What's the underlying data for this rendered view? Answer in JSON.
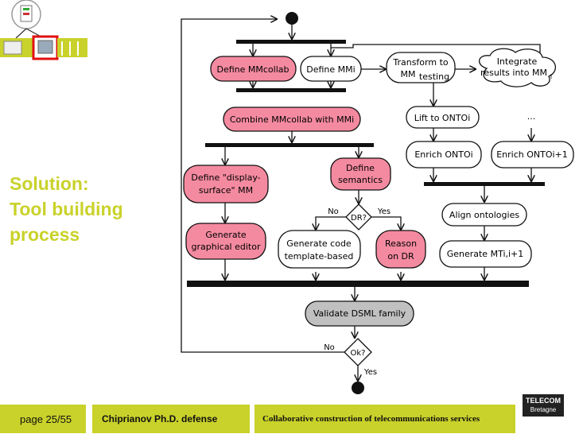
{
  "slide": {
    "title_lines": [
      "Solution:",
      "Tool building",
      "process"
    ]
  },
  "footer": {
    "page": "page 25/55",
    "author": "Chiprianov Ph.D. defense",
    "talk_title": "Collaborative construction of telecommunications services"
  },
  "logo": {
    "line1": "TELECOM",
    "line2": "Bretagne"
  },
  "colors": {
    "accent": "#c9d22a",
    "pink_node": "#f48aa0",
    "grey_node": "#c0c0c0"
  },
  "diagram": {
    "nodes": {
      "define_mmcollab": "Define MMcollab",
      "define_mmi": "Define MMi",
      "transform_line1": "Transform to",
      "transform_line2a": "MM",
      "transform_line2b": "testing",
      "integrate_line1": "Integrate",
      "integrate_line2": "results into MM",
      "integrate_sub": "i",
      "combine": "Combine MMcollab with MMi",
      "lift": "Lift to ONTOi",
      "ellipsis": "...",
      "enrich_i": "Enrich ONTOi",
      "enrich_i1": "Enrich ONTOi+1",
      "define_display_line1": "Define \"display-",
      "define_display_line2": "surface\" MM",
      "define_sem_line1": "Define",
      "define_sem_line2": "semantics",
      "decision_dr": "DR?",
      "no_label_1": "No",
      "yes_label_1": "Yes",
      "align": "Align ontologies",
      "gen_editor_line1": "Generate",
      "gen_editor_line2": "graphical editor",
      "gen_code_line1": "Generate code",
      "gen_code_line2": "template-based",
      "reason_line1": "Reason",
      "reason_line2": "on DR",
      "gen_mt": "Generate MTi,i+1",
      "validate": "Validate DSML family",
      "decision_ok": "Ok?",
      "no_label_2": "No",
      "yes_label_2": "Yes"
    }
  }
}
